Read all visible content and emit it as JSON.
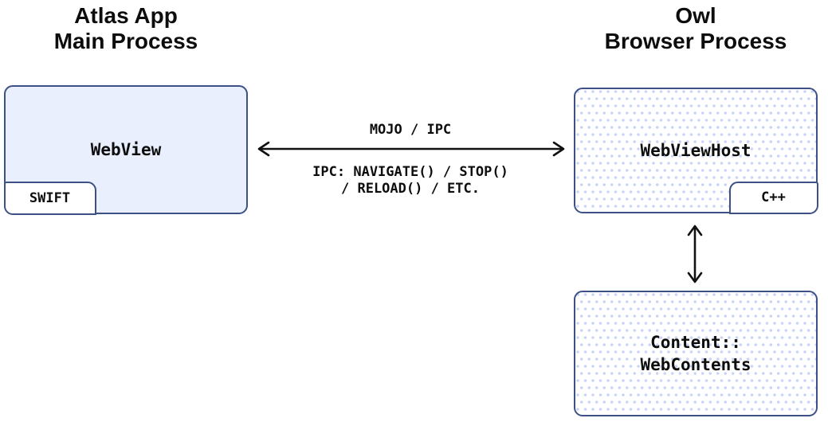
{
  "titles": {
    "left": [
      "Atlas App",
      "Main Process"
    ],
    "right": [
      "Owl",
      "Browser Process"
    ]
  },
  "boxes": {
    "webview": {
      "label": "WebView",
      "tag": "SWIFT"
    },
    "webviewhost": {
      "label": "WebViewHost",
      "tag": "C++"
    },
    "webcontents": {
      "label_lines": [
        "Content::",
        "WebContents"
      ]
    }
  },
  "arrows": {
    "horizontal": {
      "label_top": "MOJO / IPC",
      "label_bottom_lines": [
        "IPC: NAVIGATE() / STOP()",
        "/ RELOAD() / ETC."
      ]
    }
  },
  "colors": {
    "border": "#3e5187",
    "solid_box_fill": "#e9effc",
    "dot_pattern": "#c8d4f7",
    "text": "#0d0d0d"
  }
}
